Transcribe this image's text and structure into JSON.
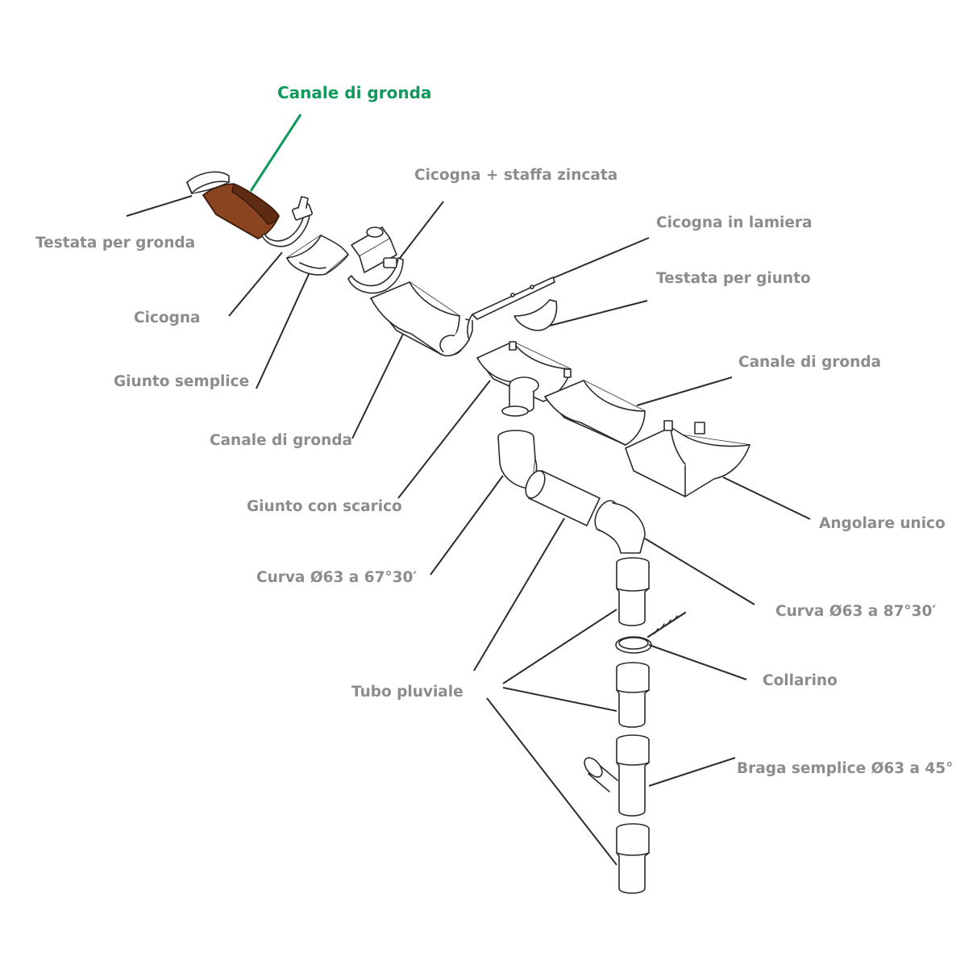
{
  "colors": {
    "highlight": "#0f9a5c",
    "label": "#8c8c8c",
    "line": "#2b2b2b",
    "gutter_highlight": "#8a4420",
    "gutter_highlight_dark": "#5e2c12"
  },
  "labels": {
    "highlighted": "Canale di gronda",
    "testata_gronda": "Testata per gronda",
    "cicogna": "Cicogna",
    "giunto_semplice": "Giunto semplice",
    "canale_gronda_left": "Canale di gronda",
    "giunto_scarico": "Giunto con scarico",
    "curva_67": "Curva Ø63 a 67°30′",
    "tubo_pluviale": "Tubo pluviale",
    "cicogna_staffa": "Cicogna + staffa zincata",
    "cicogna_lamiera": "Cicogna in lamiera",
    "testata_giunto": "Testata per giunto",
    "canale_gronda_right": "Canale di gronda",
    "angolare_unico": "Angolare unico",
    "curva_87": "Curva Ø63 a 87°30′",
    "collarino": "Collarino",
    "braga": "Braga semplice Ø63 a 45°"
  }
}
